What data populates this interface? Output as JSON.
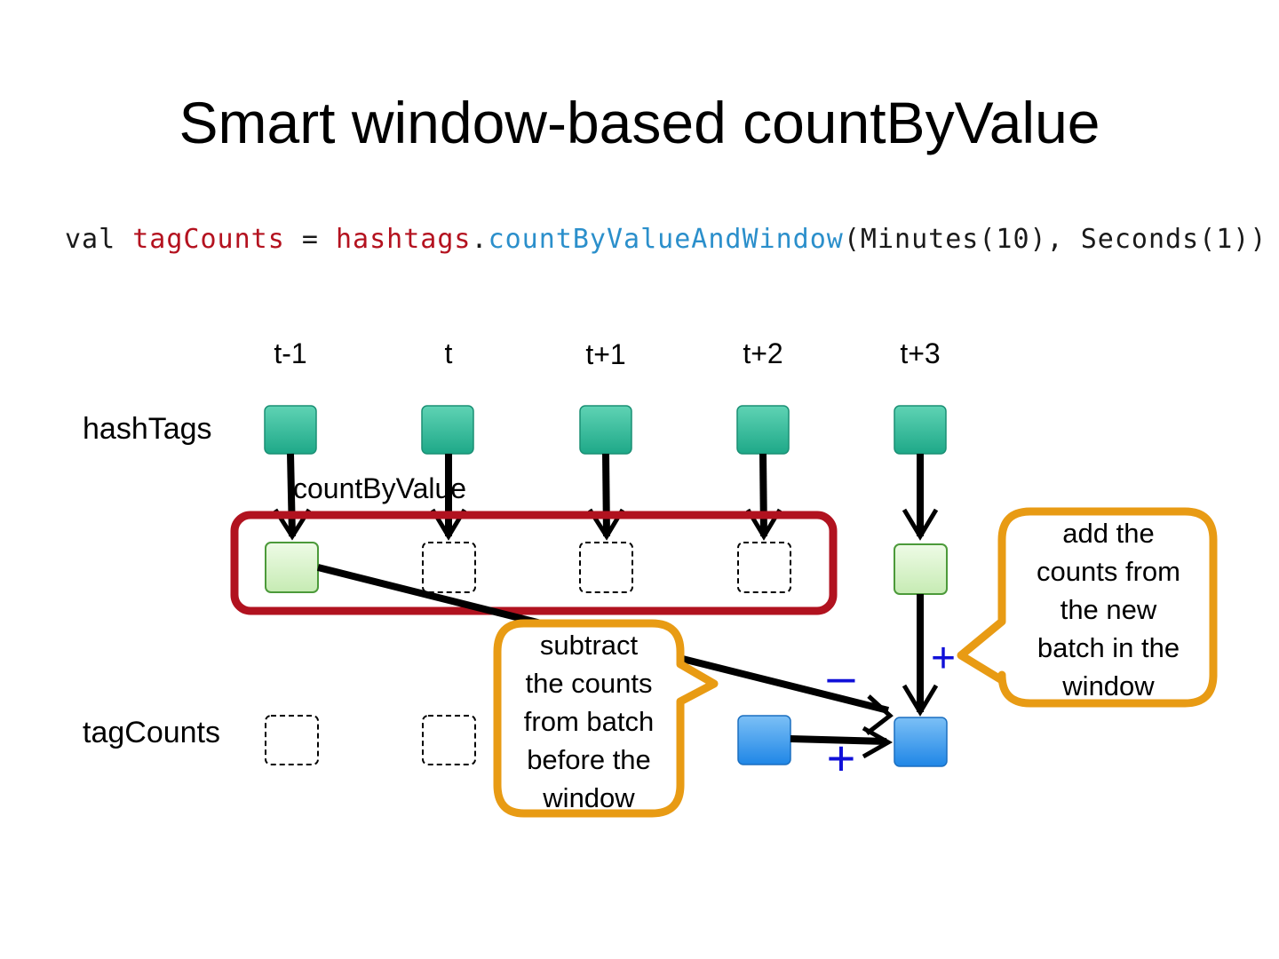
{
  "title": "Smart window-based countByValue",
  "code": {
    "keyword": "val",
    "var_name": "tagCounts",
    "equals": " = ",
    "source": "hashtags",
    "dot": ".",
    "method": "countByValueAndWindow",
    "args": "(Minutes(10), Seconds(1))"
  },
  "time_labels": [
    "t-1",
    "t",
    "t+1",
    "t+2",
    "t+3"
  ],
  "row_labels": {
    "hashtags": "hashTags",
    "tagcounts": "tagCounts"
  },
  "operation_label": "countByValue",
  "bubbles": {
    "subtract": [
      "subtract",
      "the counts",
      "from batch",
      "before the",
      "window"
    ],
    "add": [
      "add the",
      "counts from",
      "the new",
      "batch in the",
      "window"
    ]
  },
  "signs": {
    "minus": "–",
    "plus_top": "+",
    "plus_bottom": "+"
  },
  "colors": {
    "teal": "#27b394",
    "light_green": "#d6f3c8",
    "blue": "#2e8fe6",
    "window_red": "#b1121f",
    "bubble_orange": "#e89b14",
    "sign_blue": "#1010d8"
  }
}
